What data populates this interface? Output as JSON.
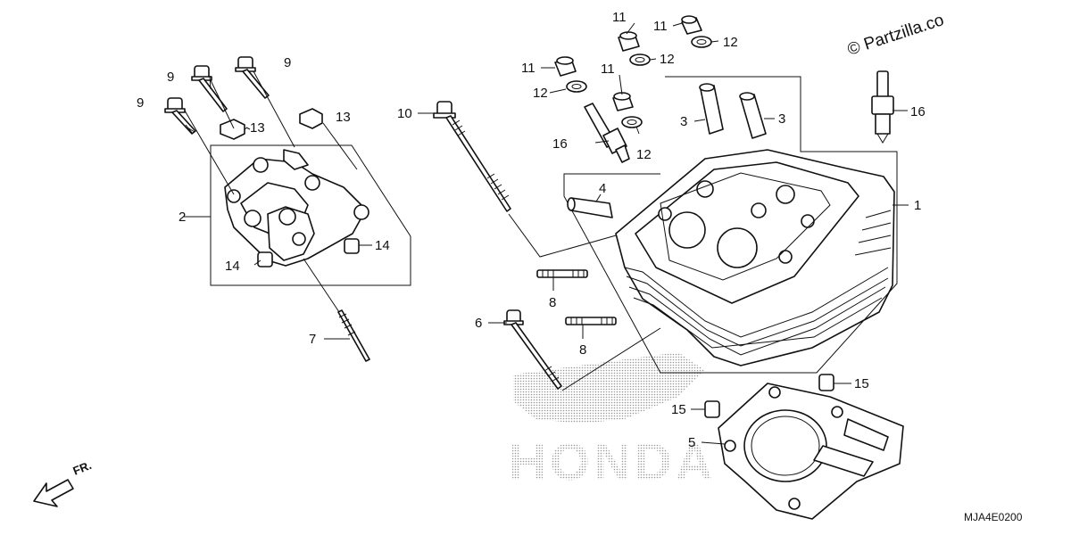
{
  "watermark": {
    "copyright": "© Partzilla.co",
    "brand": "HONDA"
  },
  "diagram_code": "MJA4E0200",
  "direction": {
    "label": "FR.",
    "icon": "front-arrow-icon"
  },
  "callouts": {
    "c1": "1",
    "c2": "2",
    "c3a": "3",
    "c3b": "3",
    "c4": "4",
    "c5": "5",
    "c6": "6",
    "c7": "7",
    "c8a": "8",
    "c8b": "8",
    "c9a": "9",
    "c9b": "9",
    "c9c": "9",
    "c10": "10",
    "c11a": "11",
    "c11b": "11",
    "c11c": "11",
    "c11d": "11",
    "c12a": "12",
    "c12b": "12",
    "c12c": "12",
    "c12d": "12",
    "c13a": "13",
    "c13b": "13",
    "c14a": "14",
    "c14b": "14",
    "c15a": "15",
    "c15b": "15",
    "c16a": "16",
    "c16b": "16"
  }
}
